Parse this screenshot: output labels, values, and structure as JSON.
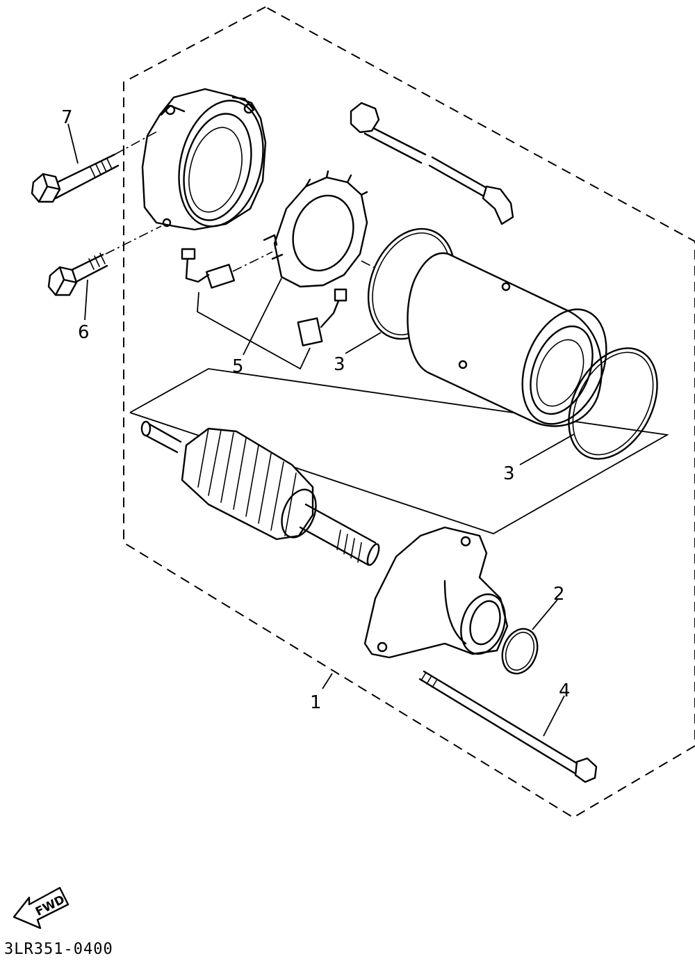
{
  "diagram": {
    "callouts": [
      {
        "id": "7",
        "text": "7"
      },
      {
        "id": "6",
        "text": "6"
      },
      {
        "id": "5",
        "text": "5"
      },
      {
        "id": "3a",
        "text": "3"
      },
      {
        "id": "3b",
        "text": "3"
      },
      {
        "id": "2",
        "text": "2"
      },
      {
        "id": "1",
        "text": "1"
      },
      {
        "id": "4",
        "text": "4"
      }
    ],
    "direction_label": "FWD",
    "part_code": "3LR351-0400"
  }
}
